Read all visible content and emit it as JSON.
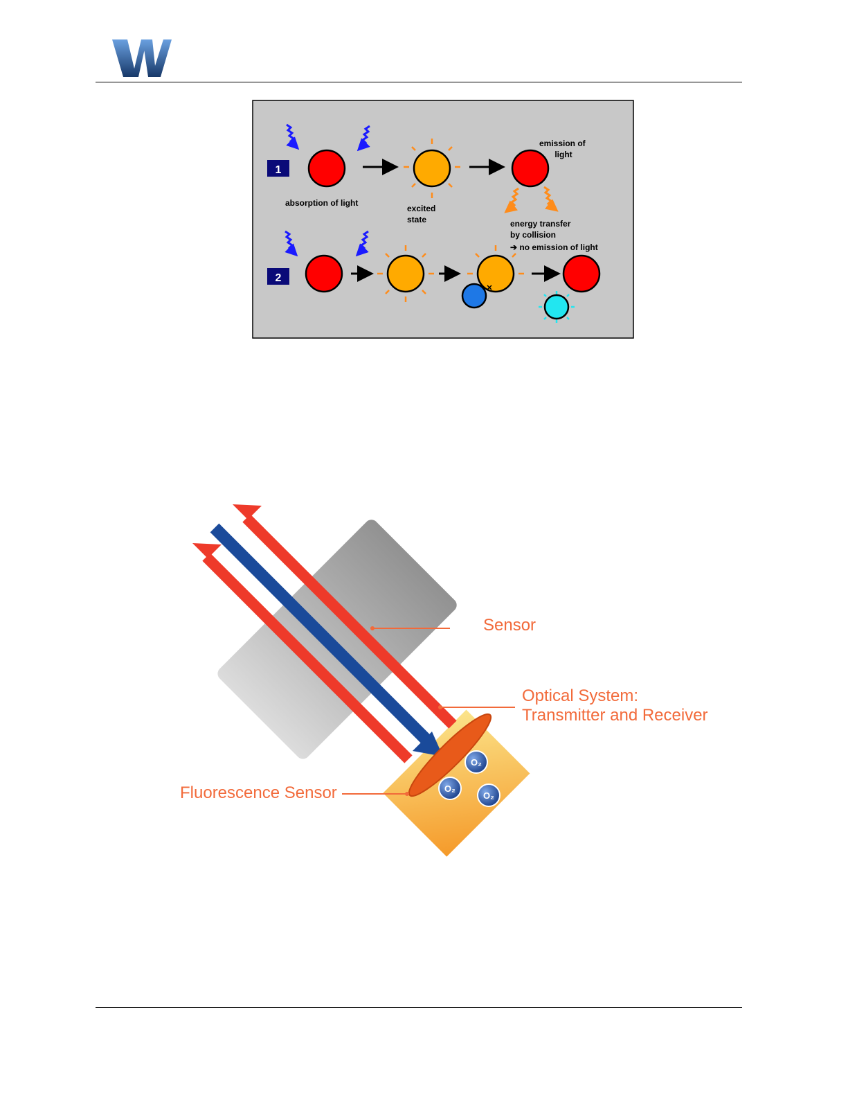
{
  "header": {
    "logo_icon": "company-logo-w",
    "brand_colors": {
      "logo_dark": "#1a3a6b",
      "logo_light": "#5b8fd0"
    }
  },
  "figure1": {
    "step1_badge": "1",
    "step2_badge": "2",
    "absorption_label": "absorption of light",
    "excited_label_line1": "excited",
    "excited_label_line2": "state",
    "emission_label_line1": "emission of",
    "emission_label_line2": "light",
    "transfer_label_line1": "energy transfer",
    "transfer_label_line2": "by collision",
    "transfer_label_line3": "no emission of light",
    "colors": {
      "background": "#c8c8c8",
      "ground_state": "#ff0000",
      "excited_state": "#ffaa00",
      "quencher": "#1e78e6",
      "quencher_excited": "#22e6f0",
      "incoming_light": "#1a1aff",
      "emitted_light": "#ff8c1a",
      "badge": "#0a0a78"
    }
  },
  "figure2": {
    "sensor_label": "Sensor",
    "optical_label_line1": "Optical System:",
    "optical_label_line2": "Transmitter and Receiver",
    "fluorescence_label": "Fluorescence Sensor",
    "o2_label": "O₂",
    "colors": {
      "label": "#f26a3a",
      "beam_red": "#ee3a2a",
      "beam_blue": "#1a4a9a",
      "tube": "#9a9a9a",
      "sample": "#f7b040",
      "sensor_disc": "#e85a1a"
    }
  }
}
